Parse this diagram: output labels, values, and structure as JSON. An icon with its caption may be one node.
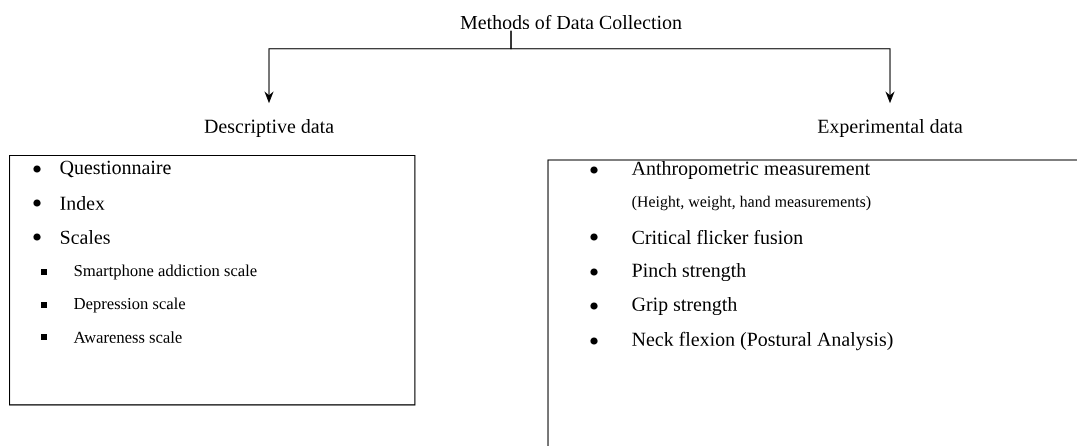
{
  "diagram": {
    "nodes": [
      {
        "text": [
          "Methods of Data Collection"
        ]
      },
      {
        "text": [
          "Descriptive data"
        ]
      },
      {
        "text": [
          "Experimental data"
        ]
      },
      {
        "text": [
          "Questionnaire",
          "Index",
          "Scales",
          "Smartphone addiction scale",
          "Depression scale",
          "Awareness scale"
        ]
      },
      {
        "text": [
          "Anthropometric measurement",
          "(Height, weight, hand measurements)",
          "Critical flicker fusion",
          "Pinch strength",
          "Grip strength",
          "Neck flexion (Postural Analysis)"
        ]
      }
    ],
    "edges": [
      {
        "from": 0,
        "to": 1,
        "arrow": "to"
      },
      {
        "from": 0,
        "to": 2,
        "arrow": "to"
      }
    ]
  }
}
